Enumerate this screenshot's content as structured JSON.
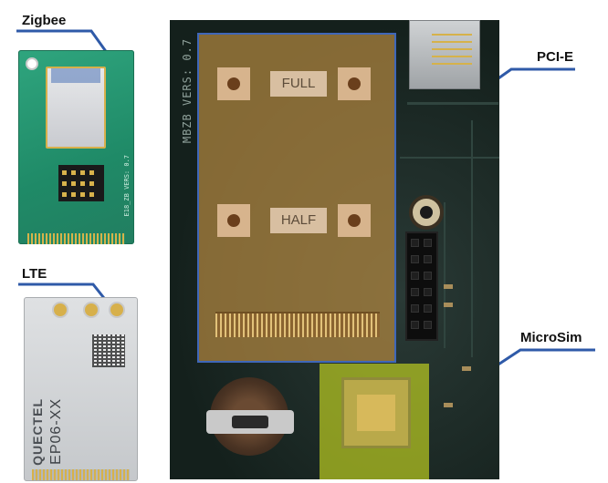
{
  "callouts": {
    "zigbee": "Zigbee",
    "lte": "LTE",
    "pcie": "PCI-E",
    "microsim": "MicroSim"
  },
  "board": {
    "version_text": "MBZB VERS: 0.7",
    "full_label": "FULL",
    "half_label": "HALF"
  },
  "zigbee_card": {
    "silk_text": "E18_ZB VERS: 0.7"
  },
  "lte_card": {
    "brand": "QUECTEL",
    "model": "EP06-XX"
  },
  "colors": {
    "callout_line": "#2f5aa8",
    "pcie_highlight": "#b28640",
    "microsim_highlight": "#d6e61f"
  }
}
